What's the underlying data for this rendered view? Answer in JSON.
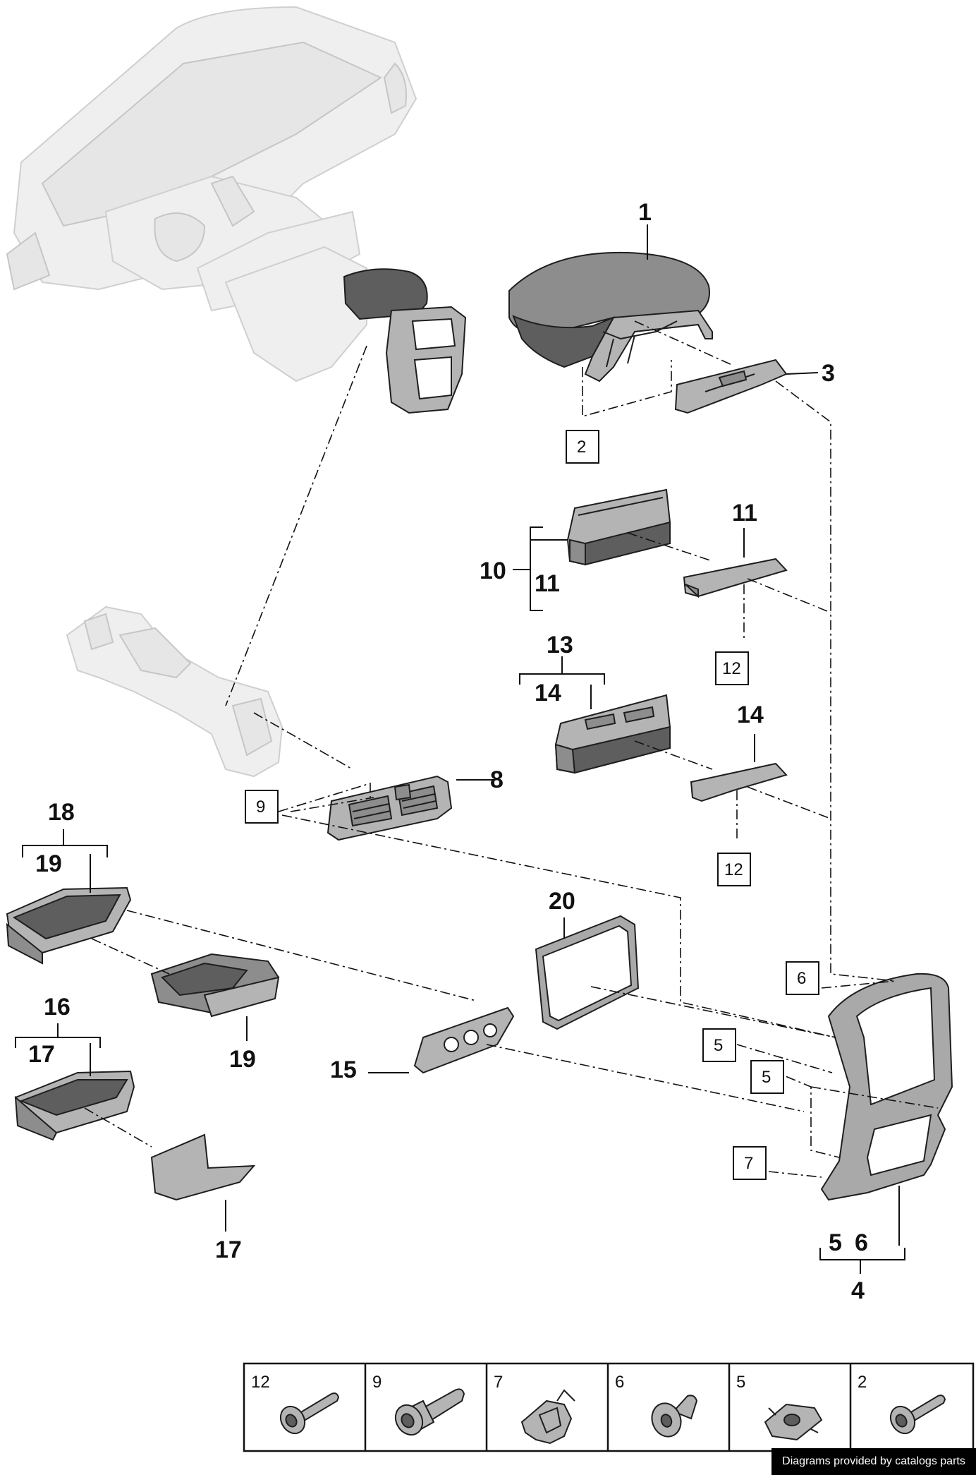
{
  "callouts": {
    "c1": "1",
    "c3": "3",
    "c8": "8",
    "c10": "10",
    "c11a": "11",
    "c11b": "11",
    "c13": "13",
    "c14a": "14",
    "c14b": "14",
    "c15": "15",
    "c16": "16",
    "c17a": "17",
    "c17b": "17",
    "c18": "18",
    "c19a": "19",
    "c19b": "19",
    "c20": "20",
    "c4": "4",
    "c5": "5",
    "c6": "6"
  },
  "boxed": {
    "b2": "2",
    "b9": "9",
    "b12a": "12",
    "b12b": "12",
    "b6": "6",
    "b5a": "5",
    "b5b": "5",
    "b7": "7"
  },
  "fastener_table": {
    "cells": [
      {
        "label": "12",
        "icon": "torx-bolt-icon"
      },
      {
        "label": "9",
        "icon": "socket-bolt-icon"
      },
      {
        "label": "7",
        "icon": "spring-clip-icon"
      },
      {
        "label": "6",
        "icon": "expansion-rivet-icon"
      },
      {
        "label": "5",
        "icon": "clip-nut-icon"
      },
      {
        "label": "2",
        "icon": "torx-screw-icon"
      }
    ]
  },
  "credit": "Diagrams provided by catalogs parts"
}
